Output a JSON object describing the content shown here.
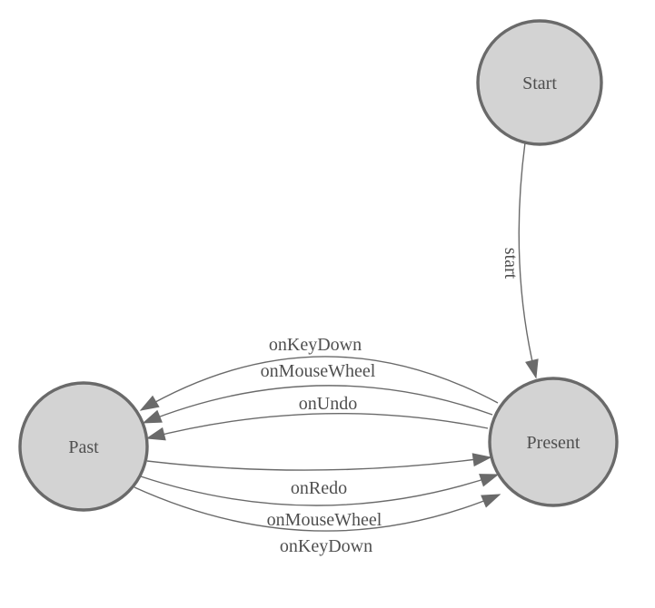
{
  "diagram": {
    "type": "state-machine",
    "background_color": "#ffffff",
    "node_fill_color": "#d3d3d3",
    "node_border_color": "#6a6a6a",
    "edge_color": "#6a6a6a",
    "text_color": "#4f4f4f",
    "nodes": [
      {
        "id": "start",
        "label": "Start"
      },
      {
        "id": "past",
        "label": "Past"
      },
      {
        "id": "present",
        "label": "Present"
      }
    ],
    "edges": [
      {
        "from": "Start",
        "to": "Present",
        "label": "start",
        "label_orientation": "vertical"
      },
      {
        "from": "Present",
        "to": "Past",
        "label": "onKeyDown",
        "label_orientation": "horizontal"
      },
      {
        "from": "Present",
        "to": "Past",
        "label": "onMouseWheel",
        "label_orientation": "horizontal"
      },
      {
        "from": "Present",
        "to": "Past",
        "label": "onUndo",
        "label_orientation": "horizontal"
      },
      {
        "from": "Past",
        "to": "Present",
        "label": "onRedo",
        "label_orientation": "horizontal"
      },
      {
        "from": "Past",
        "to": "Present",
        "label": "onMouseWheel",
        "label_orientation": "horizontal"
      },
      {
        "from": "Past",
        "to": "Present",
        "label": "onKeyDown",
        "label_orientation": "horizontal"
      }
    ]
  }
}
